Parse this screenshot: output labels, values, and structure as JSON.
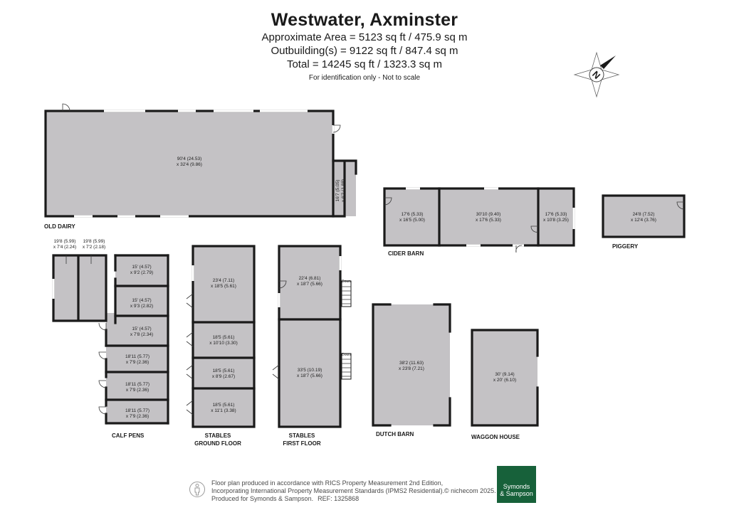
{
  "header": {
    "title": "Westwater, Axminster",
    "area_lines": [
      "Approximate Area = 5123 sq ft / 475.9 sq m",
      "Outbuilding(s) = 9122 sq ft / 847.4 sq m",
      "Total = 14245 sq ft / 1323.3 sq m"
    ],
    "note": "For identification only - Not to scale"
  },
  "compass": {
    "letter": "N"
  },
  "rooms": {
    "old_dairy_main": [
      "90'4 (24.53)",
      "x 32'4 (9.86)"
    ],
    "old_dairy_small": [
      "16'7 (5.05)",
      "x 6'2 (1.88)"
    ],
    "cider_left": [
      "17'6 (5.33)",
      "x 16'5 (5.00)"
    ],
    "cider_mid": [
      "30'10 (9.40)",
      "x 17'6 (5.33)"
    ],
    "cider_right": [
      "17'6 (5.33)",
      "x 10'8 (3.25)"
    ],
    "piggery": [
      "24'8 (7.52)",
      "x 12'4 (3.76)"
    ],
    "calf_narrow_1": [
      "19'8 (5.99)",
      "x 7'4 (2.24)"
    ],
    "calf_narrow_2": [
      "19'8 (5.99)",
      "x 7'2 (2.18)"
    ],
    "calf_1": [
      "15' (4.57)",
      "x 9'2 (2.79)"
    ],
    "calf_2": [
      "15' (4.57)",
      "x 9'3 (2.82)"
    ],
    "calf_3": [
      "15' (4.57)",
      "x 7'8 (2.34)"
    ],
    "calf_4": [
      "18'11 (5.77)",
      "x 7'9 (2.36)"
    ],
    "calf_5": [
      "18'11 (5.77)",
      "x 7'9 (2.36)"
    ],
    "calf_6": [
      "18'11 (5.77)",
      "x 7'9 (2.36)"
    ],
    "stables_gf_1": [
      "23'4 (7.11)",
      "x 18'5 (5.61)"
    ],
    "stables_gf_2": [
      "18'5 (5.61)",
      "x 10'10 (3.30)"
    ],
    "stables_gf_3": [
      "18'5 (5.61)",
      "x 8'9 (2.67)"
    ],
    "stables_gf_4": [
      "18'5 (5.61)",
      "x 11'1 (3.38)"
    ],
    "stables_ff_1": [
      "22'4 (6.81)",
      "x 18'7 (5.66)"
    ],
    "stables_ff_2": [
      "33'5 (10.19)",
      "x 18'7 (5.66)"
    ],
    "dutch_barn": [
      "38'2 (11.63)",
      "x 23'8 (7.21)"
    ],
    "waggon_house": [
      "30' (9.14)",
      "x 20' (6.10)"
    ]
  },
  "labels": {
    "old_dairy": "OLD DAIRY",
    "cider_barn": "CIDER BARN",
    "piggery": "PIGGERY",
    "calf_pens": "CALF PENS",
    "stables_gf": [
      "STABLES",
      "GROUND FLOOR"
    ],
    "stables_ff": [
      "STABLES",
      "FIRST FLOOR"
    ],
    "dutch_barn": "DUTCH BARN",
    "waggon_house": "WAGGON HOUSE",
    "down_1": "Down",
    "down_2": "Down"
  },
  "footer": {
    "lines": [
      "Floor plan produced in accordance with RICS Property Measurement 2nd Edition,",
      "Incorporating International Property Measurement Standards (IPMS2 Residential).",
      "Produced for Symonds & Sampson."
    ],
    "ref": "REF:  1325868",
    "nichecom": "© nichecom 2025.",
    "logo": [
      "Symonds",
      "& Sampson"
    ]
  },
  "colors": {
    "room_fill": "#c4c2c5",
    "wall": "#1a1a1a",
    "logo_green": "#17613a"
  }
}
